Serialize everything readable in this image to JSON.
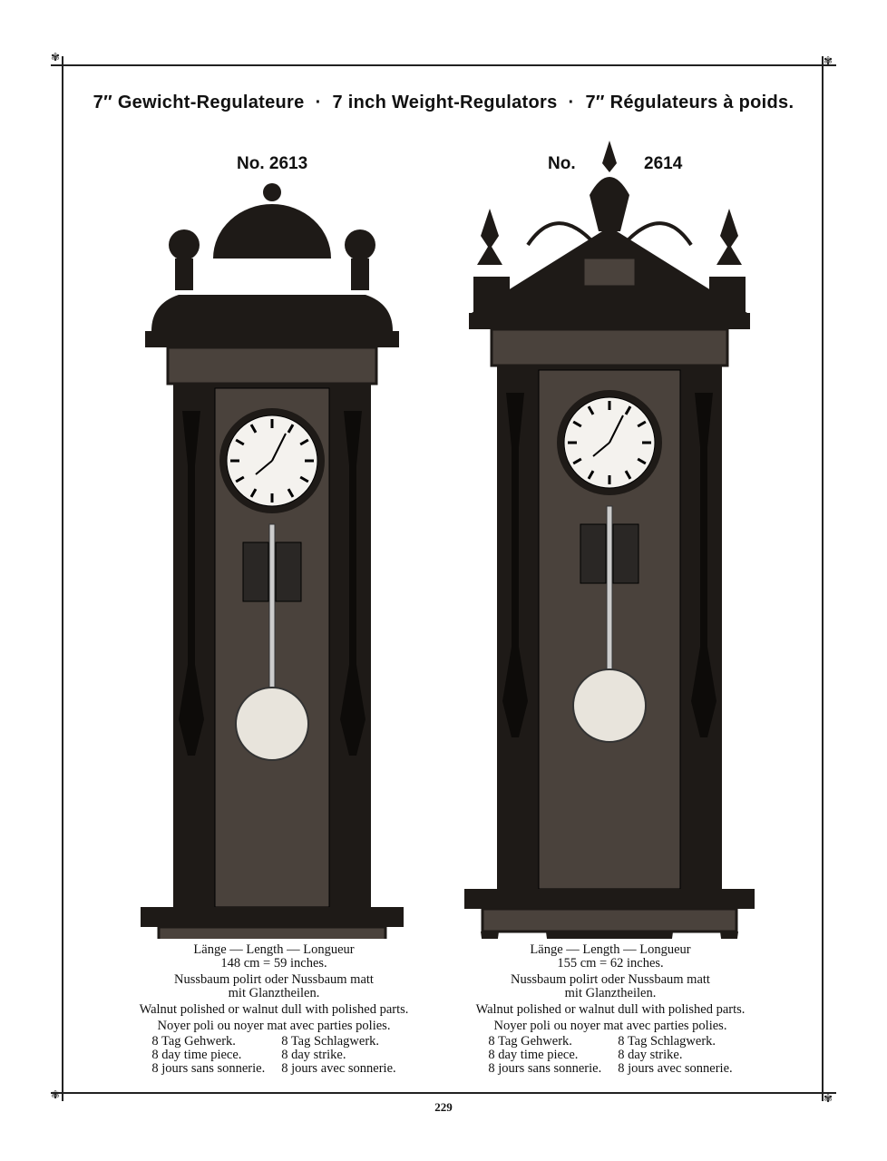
{
  "page_title": {
    "german": "7″ Gewicht-Regulateure",
    "english": "7 inch Weight-Regulators",
    "french": "7″ Régulateurs à poids.",
    "separator": "·"
  },
  "models": [
    {
      "label_prefix": "No.",
      "number": "2613",
      "length_heading": "Länge — Length — Longueur",
      "length_value": "148 cm = 59 inches.",
      "material_de_1": "Nussbaum polirt oder Nussbaum matt",
      "material_de_2": "mit Glanztheilen.",
      "material_en": "Walnut polished or walnut dull with polished parts.",
      "material_fr": "Noyer poli ou noyer mat avec parties polies.",
      "left_col": [
        "8 Tag Gehwerk.",
        "8 day time piece.",
        "8 jours sans sonnerie."
      ],
      "right_col": [
        "8 Tag Schlagwerk.",
        "8 day strike.",
        "8 jours avec sonnerie."
      ]
    },
    {
      "label_prefix": "No.",
      "number": "2614",
      "length_heading": "Länge — Length — Longueur",
      "length_value": "155 cm = 62 inches.",
      "material_de_1": "Nussbaum polirt oder Nussbaum matt",
      "material_de_2": "mit Glanztheilen.",
      "material_en": "Walnut polished or walnut dull with polished parts.",
      "material_fr": "Noyer poli ou noyer mat avec parties polies.",
      "left_col": [
        "8 Tag Gehwerk.",
        "8 day time piece.",
        "8 jours sans sonnerie."
      ],
      "right_col": [
        "8 Tag Schlagwerk.",
        "8 day strike.",
        "8 jours avec sonnerie."
      ]
    }
  ],
  "page_number": "229",
  "colors": {
    "ink": "#111111",
    "wood_dark": "#1e1a17",
    "wood_mid": "#4a423c",
    "paper": "#ffffff"
  }
}
